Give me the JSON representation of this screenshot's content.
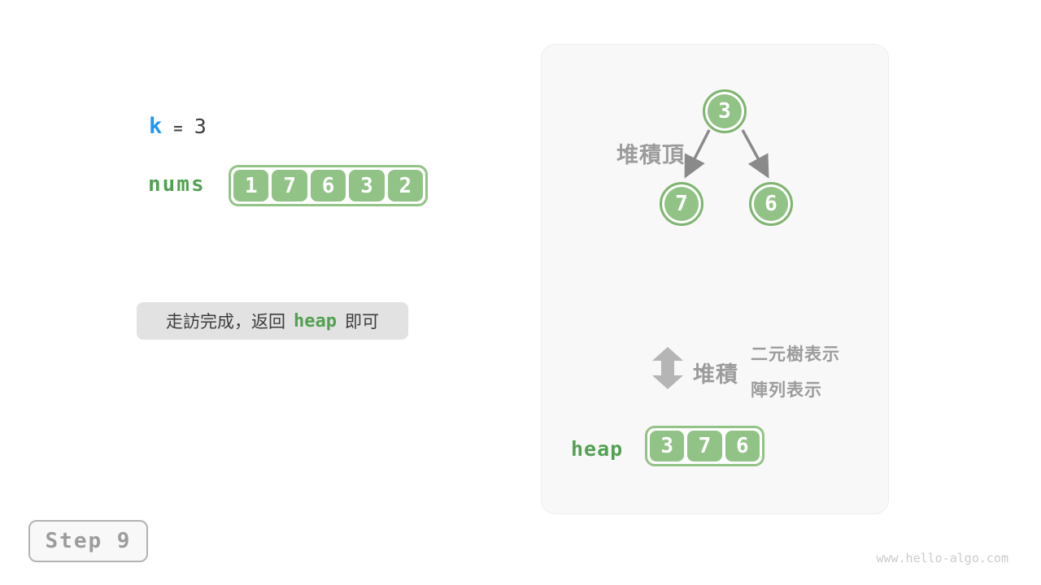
{
  "left": {
    "k": {
      "variable": "k",
      "equals": "=",
      "value": "3"
    },
    "nums_label": "nums",
    "nums_array": [
      "1",
      "7",
      "6",
      "3",
      "2"
    ],
    "callout": {
      "prefix": "走訪完成，返回",
      "code": "heap",
      "suffix": "即可"
    }
  },
  "right": {
    "tree": {
      "root_label": "堆積頂",
      "root": "3",
      "left_child": "7",
      "right_child": "6"
    },
    "legend": {
      "arrow_label": "堆積",
      "tree_repr": "二元樹表示",
      "array_repr": "陣列表示"
    },
    "heap_label": "heap",
    "heap_array": [
      "3",
      "7",
      "6"
    ]
  },
  "footer": {
    "step_label": "Step 9",
    "watermark": "www.hello-algo.com"
  },
  "colors": {
    "node_fill": "#92c386",
    "node_border": "#7fb571",
    "label_green": "#52a152",
    "k_blue": "#2196f3",
    "dark_text": "#3d3d3d",
    "gray_label": "#9c9c9c",
    "edge_gray": "#8a8a8a",
    "updown_gray": "#b5b5b5",
    "callout_bg": "#e2e2e2",
    "card_bg": "#f8f8f8"
  }
}
